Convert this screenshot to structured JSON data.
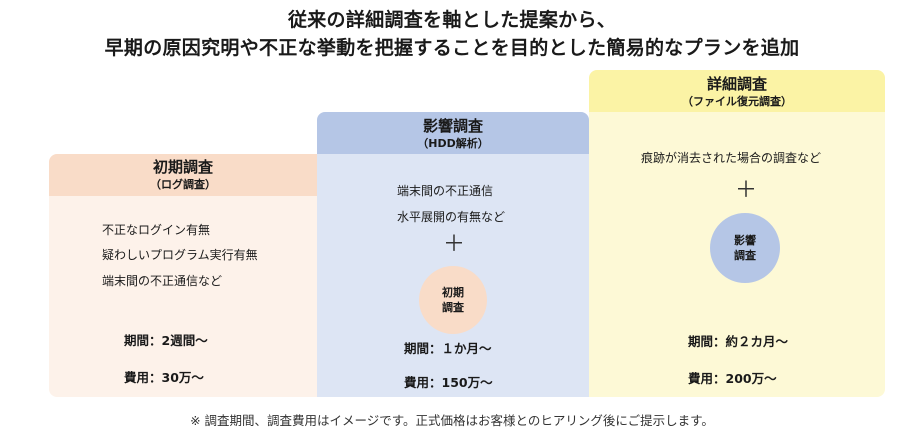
{
  "heading": {
    "line1": "従来の詳細調査を軸とした提案から、",
    "line2": "早期の原因究明や不正な挙動を把握することを目的とした簡易的なプランを追加"
  },
  "plans": [
    {
      "title": "初期調査",
      "subtitle": "（ログ調査）",
      "items": [
        "不正なログイン有無",
        "疑わしいプログラム実行有無",
        "端末間の不正通信など"
      ],
      "period": "期間：2週間～",
      "cost": "費用：30万～"
    },
    {
      "title": "影響調査",
      "subtitle": "（HDD解析）",
      "items": [
        "端末間の不正通信",
        "水平展開の有無など"
      ],
      "plus": "＋",
      "includes": [
        "初期",
        "調査"
      ],
      "period": "期間：１か月～",
      "cost": "費用：150万～"
    },
    {
      "title": "詳細調査",
      "subtitle": "（ファイル復元調査）",
      "items": [
        "痕跡が消去された場合の調査など"
      ],
      "plus": "＋",
      "includes": [
        "影響",
        "調査"
      ],
      "period": "期間：約２カ月～",
      "cost": "費用：200万～"
    }
  ],
  "footnote": "※ 調査期間、調査費用はイメージです。正式価格はお客様とのヒアリング後にご提示します。",
  "colors": {
    "initial_header": "#f9dcc8",
    "initial_body": "#fdf2ea",
    "initial_circle": "#f9dcc8",
    "impact_header": "#b5c6e6",
    "impact_body": "#dde5f4",
    "impact_circle": "#b5c6e6",
    "detail_header": "#fbf3a5",
    "detail_body": "#fdf9d6"
  }
}
